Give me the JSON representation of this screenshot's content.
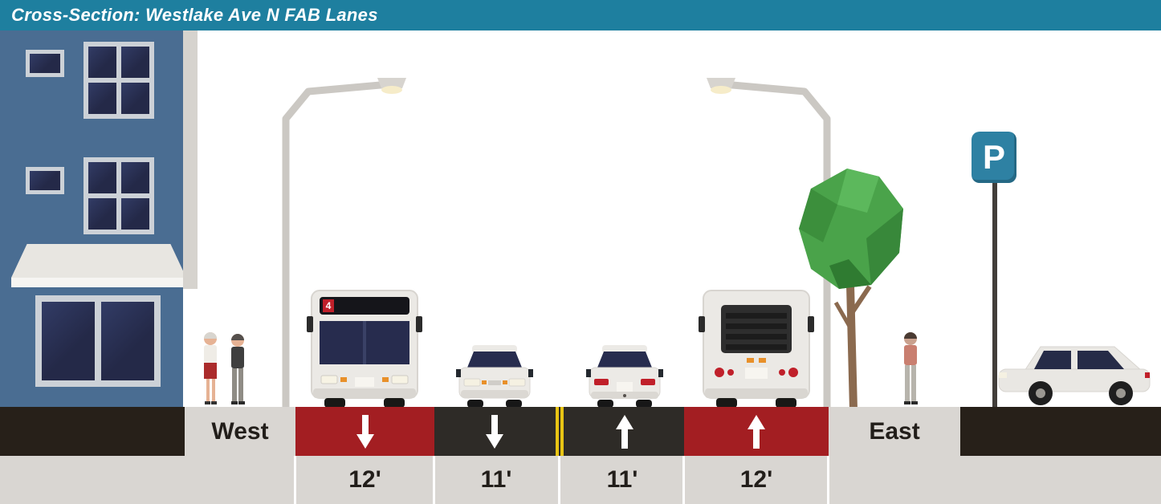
{
  "header": {
    "title": "Cross-Section: Westlake Ave N FAB Lanes"
  },
  "labels": {
    "west": "West",
    "east": "East"
  },
  "lanes": [
    {
      "type": "bus-lane",
      "direction": "southbound",
      "arrow": "down",
      "label": "12'"
    },
    {
      "type": "drive-lane",
      "direction": "southbound",
      "arrow": "down",
      "label": "11'"
    },
    {
      "type": "drive-lane",
      "direction": "northbound",
      "arrow": "up",
      "label": "11'"
    },
    {
      "type": "bus-lane",
      "direction": "northbound",
      "arrow": "up",
      "label": "12'"
    }
  ],
  "vehicles": {
    "bus_front_route": "4"
  },
  "signs": {
    "parking_letter": "P"
  },
  "colors": {
    "header_bg": "#1e7f9f",
    "building_blue": "#4a6d92",
    "bus_lane_red": "#a31e22",
    "asphalt_gray": "#2e2b27",
    "sidewalk_gray": "#d9d6d2",
    "ground_dark": "#272019",
    "center_line_yellow": "#e8c414",
    "parking_sign_blue": "#2e81a3",
    "tree_green": "#4aa34a"
  }
}
